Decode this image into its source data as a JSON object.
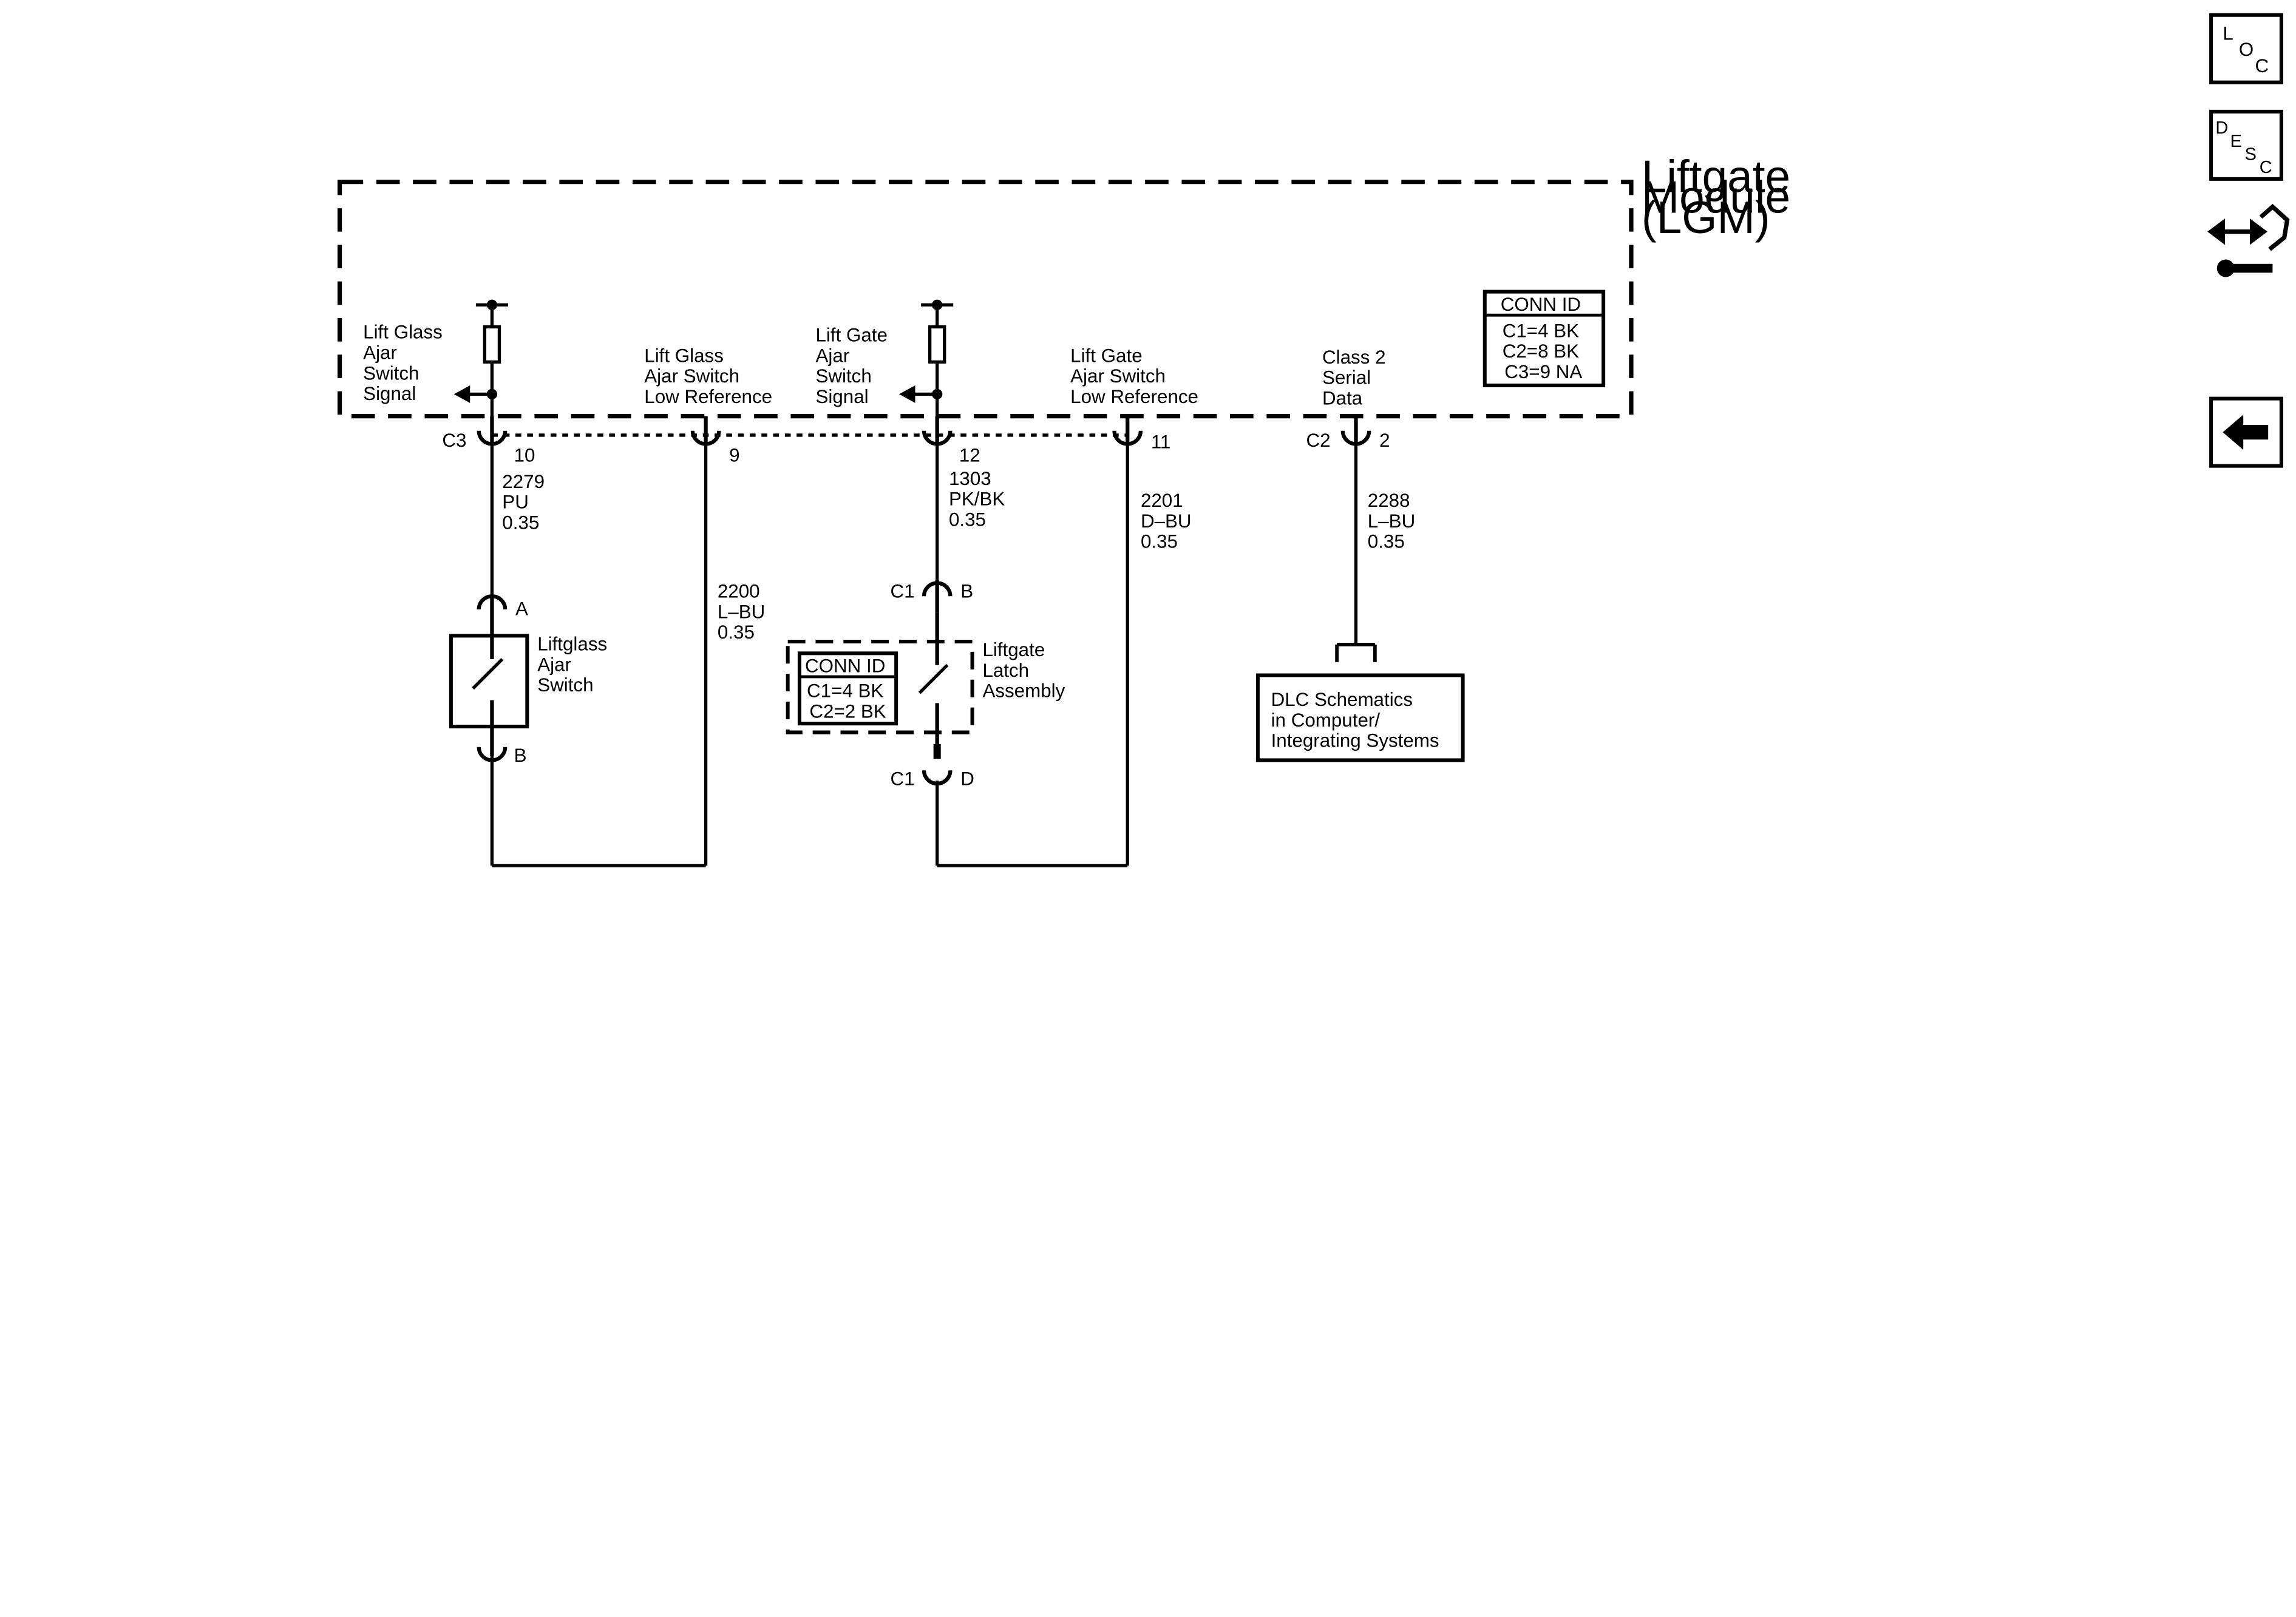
{
  "module": {
    "name_lines": [
      "Liftgate",
      "Module",
      "(LGM)"
    ],
    "conn_id": {
      "title": "CONN ID",
      "rows": [
        "C1=4 BK",
        "C2=8 BK",
        "C3=9 NA"
      ]
    }
  },
  "signals": {
    "lift_glass_signal": [
      "Lift Glass",
      "Ajar",
      "Switch",
      "Signal"
    ],
    "lift_glass_lowref": [
      "Lift Glass",
      "Ajar Switch",
      "Low Reference"
    ],
    "lift_gate_signal": [
      "Lift Gate",
      "Ajar",
      "Switch",
      "Signal"
    ],
    "lift_gate_lowref": [
      "Lift Gate",
      "Ajar Switch",
      "Low Reference"
    ],
    "class2": [
      "Class 2",
      "Serial",
      "Data"
    ]
  },
  "connectors": {
    "c3": "C3",
    "c2": "C2",
    "c1": "C1",
    "pin10": "10",
    "pin9": "9",
    "pin12": "12",
    "pin11": "11",
    "pin2": "2",
    "pinA": "A",
    "pinB": "B",
    "pinB2": "B",
    "pinD": "D"
  },
  "wires": {
    "w2279": [
      "2279",
      "PU",
      "0.35"
    ],
    "w2200": [
      "2200",
      "L–BU",
      "0.35"
    ],
    "w1303": [
      "1303",
      "PK/BK",
      "0.35"
    ],
    "w2201": [
      "2201",
      "D–BU",
      "0.35"
    ],
    "w2288": [
      "2288",
      "L–BU",
      "0.35"
    ]
  },
  "components": {
    "liftglass_switch": [
      "Liftglass",
      "Ajar",
      "Switch"
    ],
    "liftgate_latch": [
      "Liftgate",
      "Latch",
      "Assembly"
    ],
    "latch_conn_id": {
      "title": "CONN ID",
      "rows": [
        "C1=4 BK",
        "C2=2 BK"
      ]
    },
    "dlc": [
      "DLC Schematics",
      "in Computer/",
      "Integrating Systems"
    ]
  },
  "nav": {
    "loc": [
      "L",
      "O",
      "C"
    ],
    "desc": [
      "D",
      "E",
      "S",
      "C"
    ]
  },
  "icons": {
    "loc": "location-icon",
    "desc": "description-icon",
    "connector": "connector-end-view-icon",
    "back": "back-arrow-icon"
  }
}
